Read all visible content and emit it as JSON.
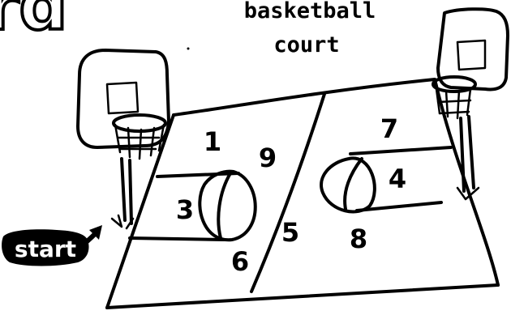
{
  "header": {
    "title_line1": "basketball",
    "title_line2": "court",
    "corner_word_fragment": "rd"
  },
  "start_label": "start",
  "court_numbers": [
    "1",
    "9",
    "3",
    "5",
    "6",
    "7",
    "4",
    "8"
  ],
  "colors": {
    "ink": "#000000",
    "paper": "#ffffff"
  },
  "icons": [
    "start-arrow-icon",
    "left-hoop-icon",
    "right-hoop-icon",
    "left-ball-icon",
    "right-ball-icon"
  ]
}
